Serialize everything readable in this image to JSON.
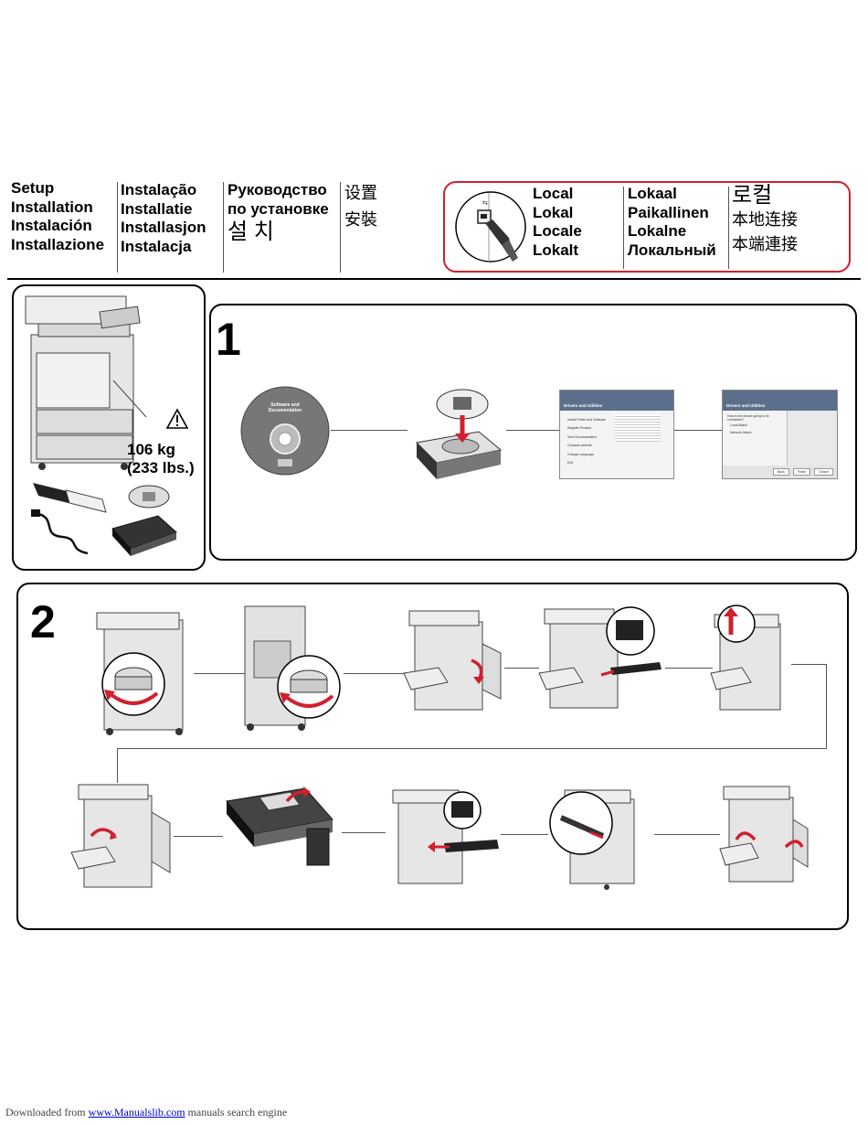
{
  "header": {
    "col1": [
      "Setup",
      "Installation",
      "Instalación",
      "Installazione"
    ],
    "col2": [
      "Instalação",
      "Installatie",
      "Installasjon",
      "Instalacja"
    ],
    "col3": [
      "Руководство",
      "по установке",
      "설 치"
    ],
    "col4": [
      "设置",
      "安裝"
    ],
    "local": {
      "col1": [
        "Local",
        "Lokal",
        "Locale",
        "Lokalt"
      ],
      "col2": [
        "Lokaal",
        "Paikallinen",
        "Lokalne",
        "Локальный"
      ],
      "col3": [
        "로컬",
        "本地连接",
        "本端連接"
      ]
    }
  },
  "left_panel": {
    "weight_kg": "106 kg",
    "weight_lbs": "(233 lbs.)"
  },
  "step1": {
    "number": "1",
    "cd_label": "Software and Documentation",
    "screen1": {
      "title": "Drivers and Utilities",
      "menu": [
        "Install Printer and Software",
        "Register Product",
        "View Documentation",
        "Contacts website",
        "Change Language",
        "Exit"
      ]
    },
    "screen2": {
      "title": "Drivers and Utilities",
      "question": "How is the device going to be connected?",
      "options": [
        "Local Attach",
        "Network Attach"
      ],
      "buttons": [
        "Back",
        "Finish",
        "Cancel"
      ]
    }
  },
  "step2": {
    "number": "2"
  },
  "footer": {
    "prefix": "Downloaded from",
    "link": "www.Manualslib.com",
    "suffix": "manuals search engine"
  },
  "colors": {
    "accent_red": "#d0202e",
    "line": "#555555"
  }
}
